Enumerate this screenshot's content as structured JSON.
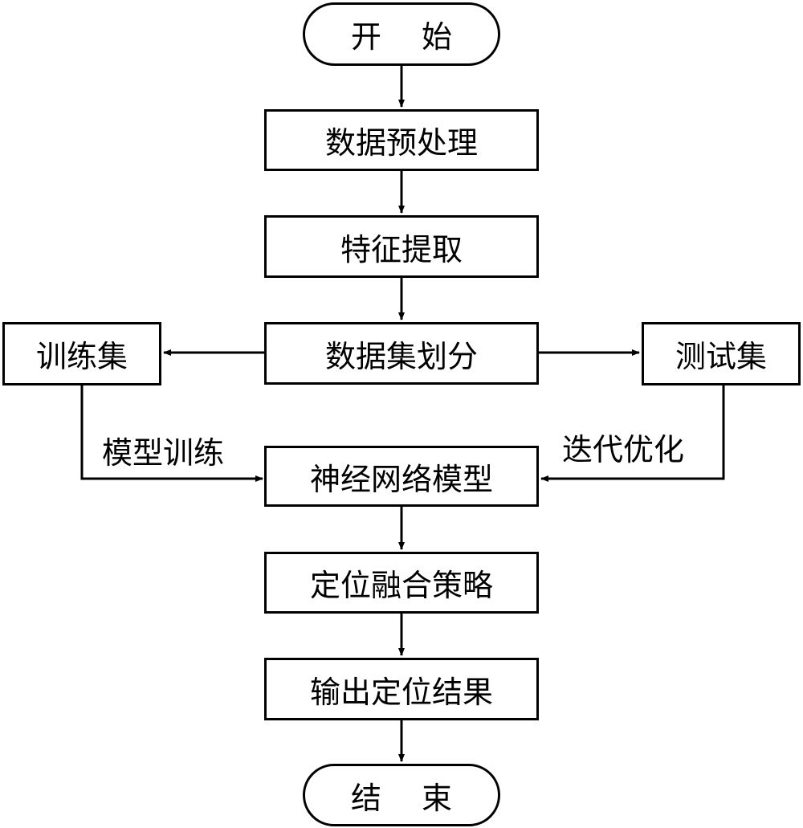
{
  "nodes": {
    "start": "开始",
    "preprocess": "数据预处理",
    "feature": "特征提取",
    "split": "数据集划分",
    "train_set": "训练集",
    "test_set": "测试集",
    "nn_model": "神经网络模型",
    "fusion": "定位融合策略",
    "output": "输出定位结果",
    "end": "结束"
  },
  "edge_labels": {
    "model_training": "模型训练",
    "iterative_optimization": "迭代优化"
  },
  "colors": {
    "stroke": "#000000",
    "background": "#ffffff"
  }
}
